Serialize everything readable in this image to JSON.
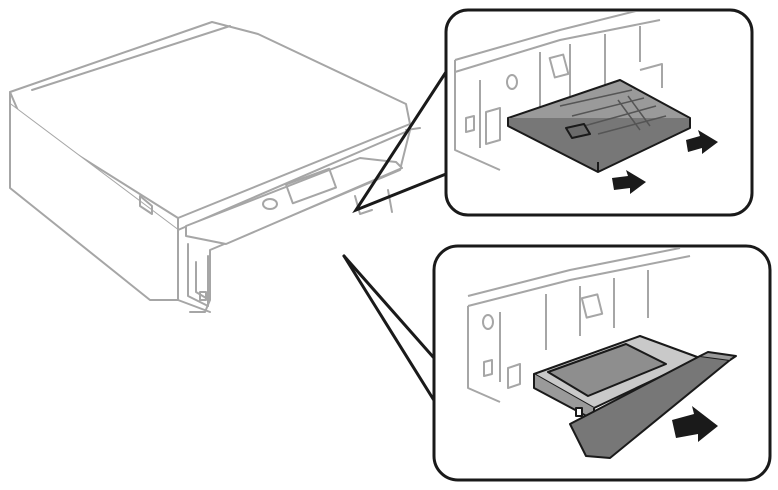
{
  "diagram": {
    "subject": "printer",
    "callouts": [
      {
        "id": "callout-top",
        "action": "pull-out-arrow",
        "arrows": 2
      },
      {
        "id": "callout-bottom",
        "action": "pull-out-arrow",
        "arrows": 1
      }
    ]
  },
  "colors": {
    "outline_light": "#a6a6a6",
    "body_fill": "#ffffff",
    "tray_dark": "#777777",
    "tray_mid": "#9a9a9a",
    "ink": "#1a1a1a",
    "paper": "#8e8e8e"
  }
}
